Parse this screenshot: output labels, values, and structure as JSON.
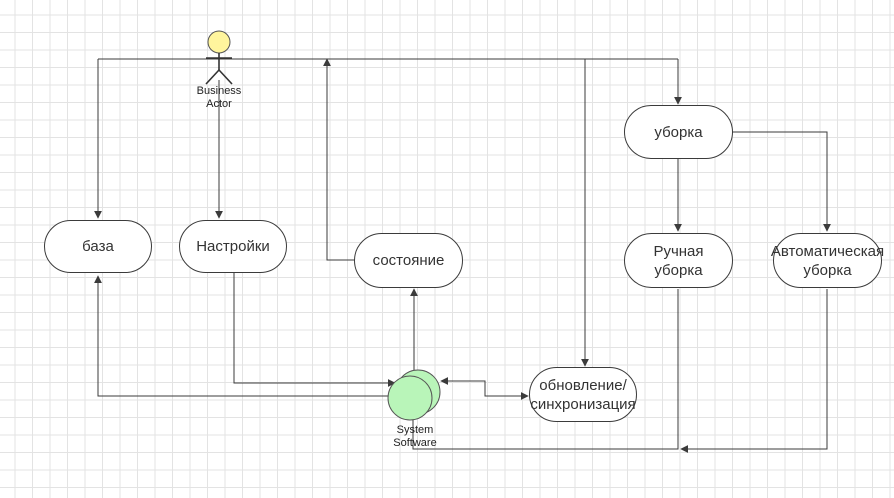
{
  "actor": {
    "label": "Business\nActor"
  },
  "system": {
    "label": "System\nSoftware"
  },
  "nodes": {
    "baza": "база",
    "settings": "Настройки",
    "state": "состояние",
    "cleaning": "уборка",
    "manual": "Ручная\nуборка",
    "auto": "Автоматическая\nуборка",
    "update": "обновление/\nсинхронизация"
  },
  "colors": {
    "actor_fill": "#fff59d",
    "system_fill": "#b9f5b9",
    "line": "#3b3b3b",
    "grid": "#e3e3e3"
  }
}
